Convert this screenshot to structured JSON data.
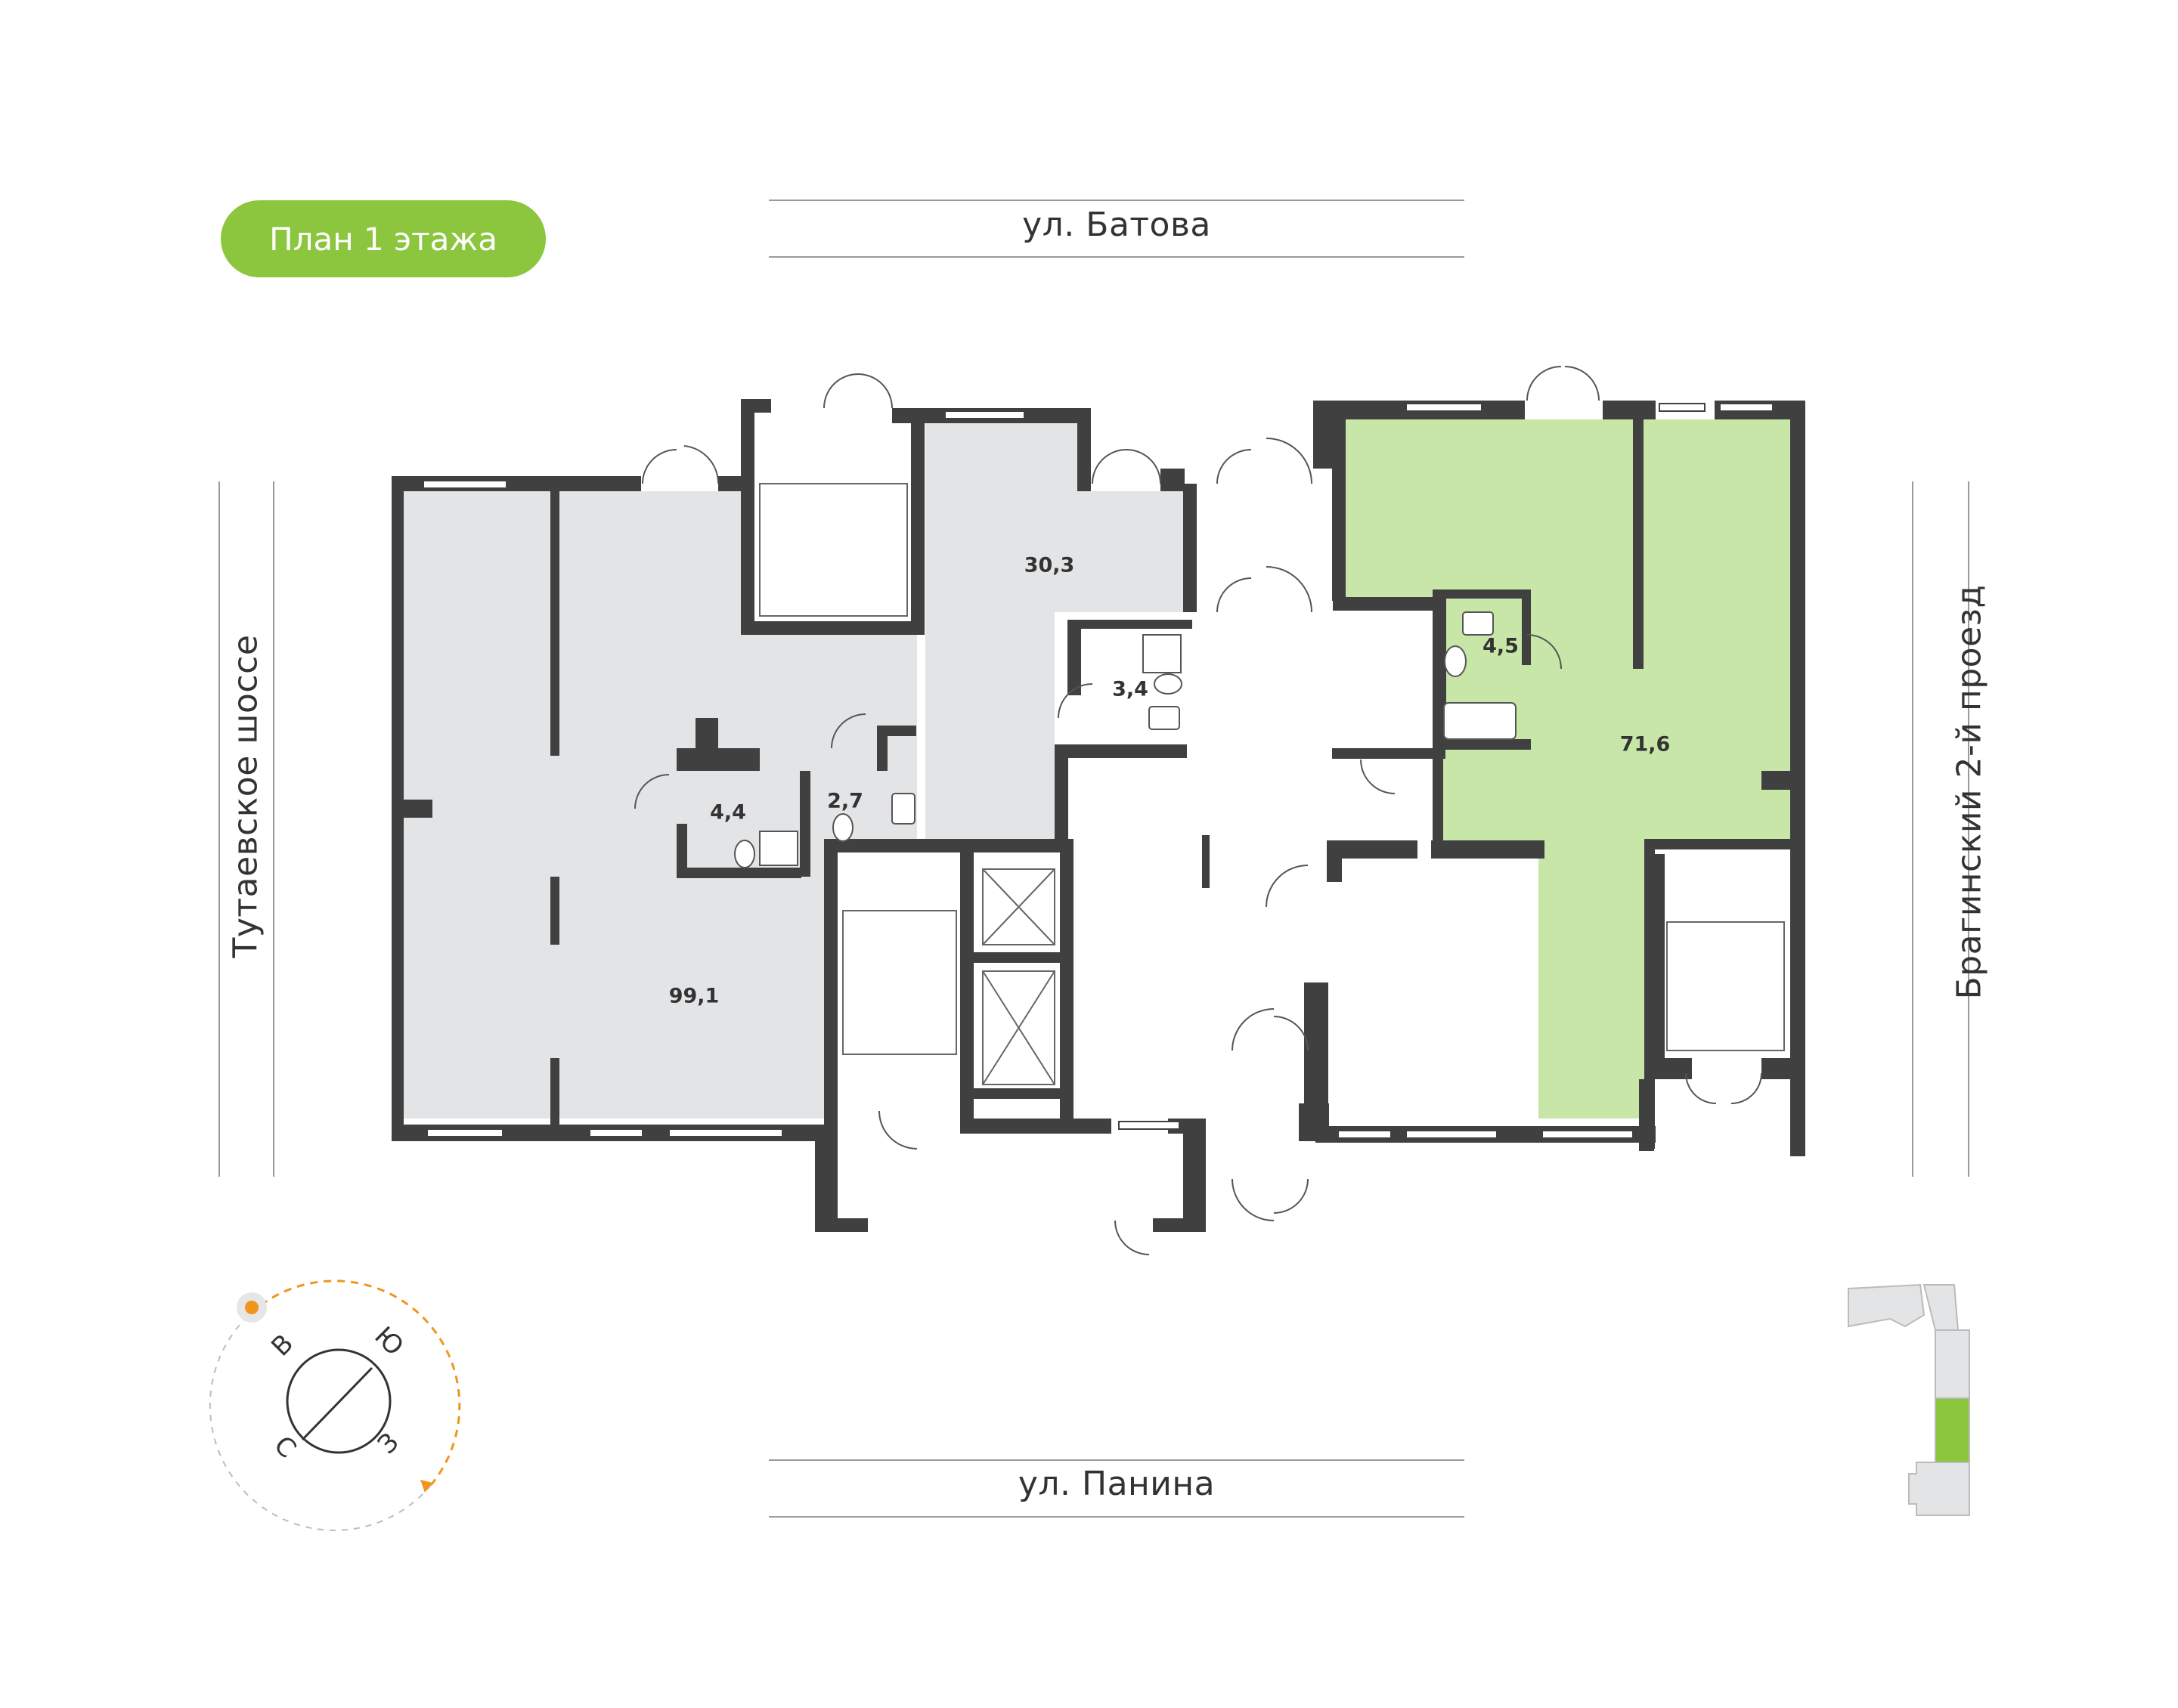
{
  "plan": {
    "title": "План 1 этажа"
  },
  "streets": {
    "north": "ул. Батова",
    "south": "ул. Панина",
    "west": "Тутаевское шоссе",
    "east": "Брагинский 2-й проезд"
  },
  "areas": [
    {
      "id": "unit-left",
      "label": "99,1",
      "highlighted": false
    },
    {
      "id": "unit-left-wc",
      "label": "4,4",
      "highlighted": false
    },
    {
      "id": "unit-left-wc2",
      "label": "2,7",
      "highlighted": false
    },
    {
      "id": "unit-middle",
      "label": "30,3",
      "highlighted": false
    },
    {
      "id": "unit-middle-wc",
      "label": "3,4",
      "highlighted": false
    },
    {
      "id": "unit-right",
      "label": "71,6",
      "highlighted": true
    },
    {
      "id": "unit-right-wc",
      "label": "4,5",
      "highlighted": true
    }
  ],
  "compass": {
    "north": "С",
    "east": "В",
    "south": "Ю",
    "west": "З",
    "sun_icon": "sun-icon"
  },
  "colors": {
    "accent": "#8cc63f",
    "highlight_fill": "#c8e6a8",
    "unit_fill": "#e3e4e6",
    "wall": "#404040",
    "street_line": "#9a9a9a",
    "sun": "#f0961e"
  }
}
